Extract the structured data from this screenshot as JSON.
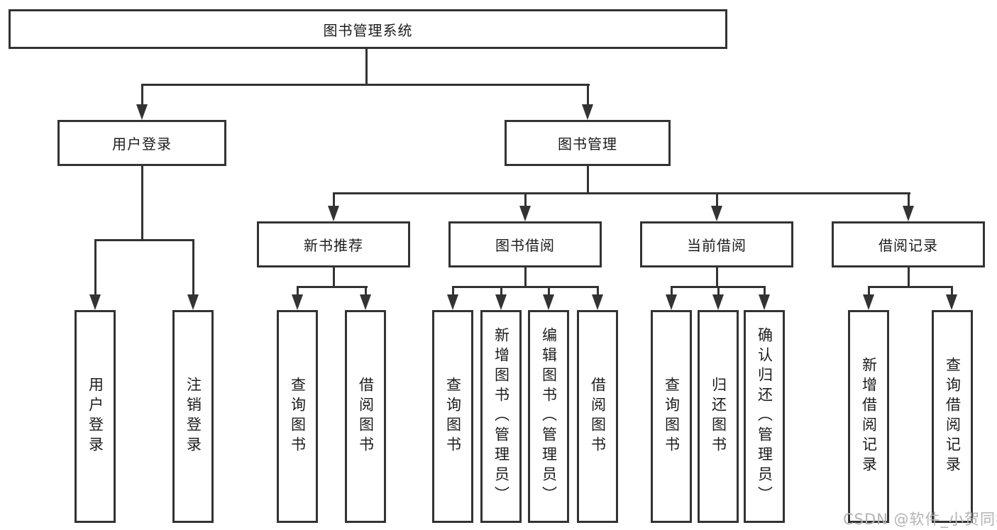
{
  "tree": {
    "root": {
      "label": "图书管理系统",
      "children": [
        {
          "label": "用户登录",
          "children": [
            {
              "label": "用户登录"
            },
            {
              "label": "注销登录"
            }
          ]
        },
        {
          "label": "图书管理",
          "children": [
            {
              "label": "新书推荐",
              "children": [
                {
                  "label": "查询图书"
                },
                {
                  "label": "借阅图书"
                }
              ]
            },
            {
              "label": "图书借阅",
              "children": [
                {
                  "label": "查询图书"
                },
                {
                  "label": "新增图书（管理员）"
                },
                {
                  "label": "编辑图书（管理员）"
                },
                {
                  "label": "借阅图书"
                }
              ]
            },
            {
              "label": "当前借阅",
              "children": [
                {
                  "label": "查询图书"
                },
                {
                  "label": "归还图书"
                },
                {
                  "label": "确认归还（管理员）"
                }
              ]
            },
            {
              "label": "借阅记录",
              "children": [
                {
                  "label": "新增借阅记录"
                },
                {
                  "label": "查询借阅记录"
                }
              ]
            }
          ]
        }
      ]
    }
  },
  "watermark": {
    "text": "CSDN @软件_小贺同学"
  },
  "colors": {
    "line": "#333333",
    "box_background": "#ffffff",
    "text": "#1c1c1c",
    "watermark": "#b3b3b3"
  }
}
